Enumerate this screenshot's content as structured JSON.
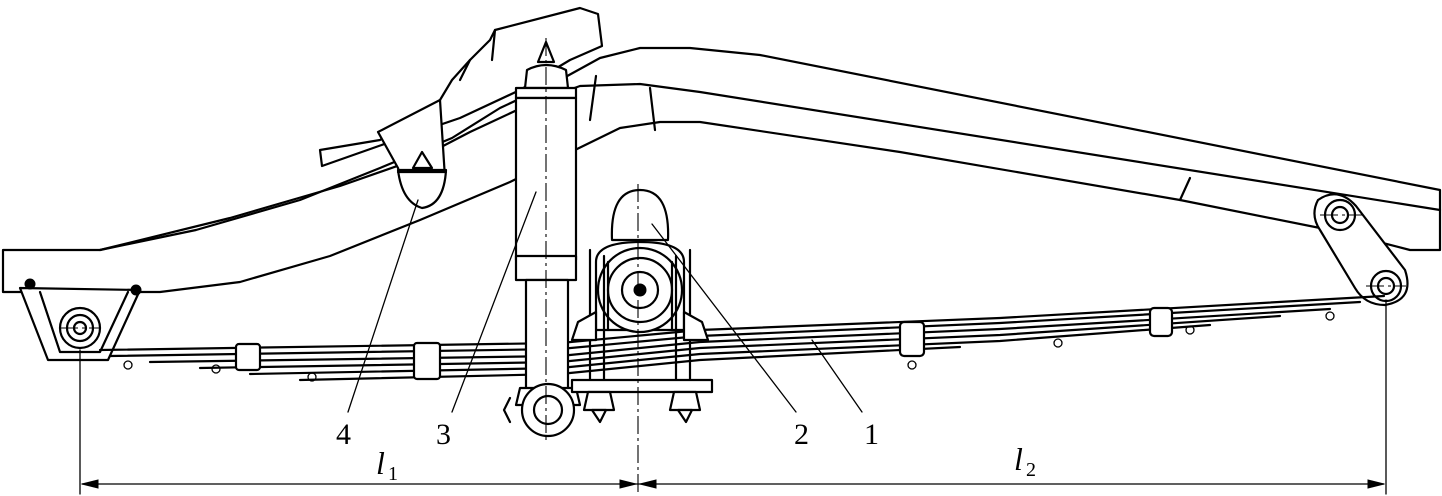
{
  "callouts": [
    {
      "id": "4",
      "text": "4"
    },
    {
      "id": "3",
      "text": "3"
    },
    {
      "id": "2",
      "text": "2"
    },
    {
      "id": "1",
      "text": "1"
    }
  ],
  "dimensions": {
    "l1": {
      "symbol": "l",
      "subscript": "1"
    },
    "l2": {
      "symbol": "l",
      "subscript": "2"
    }
  }
}
